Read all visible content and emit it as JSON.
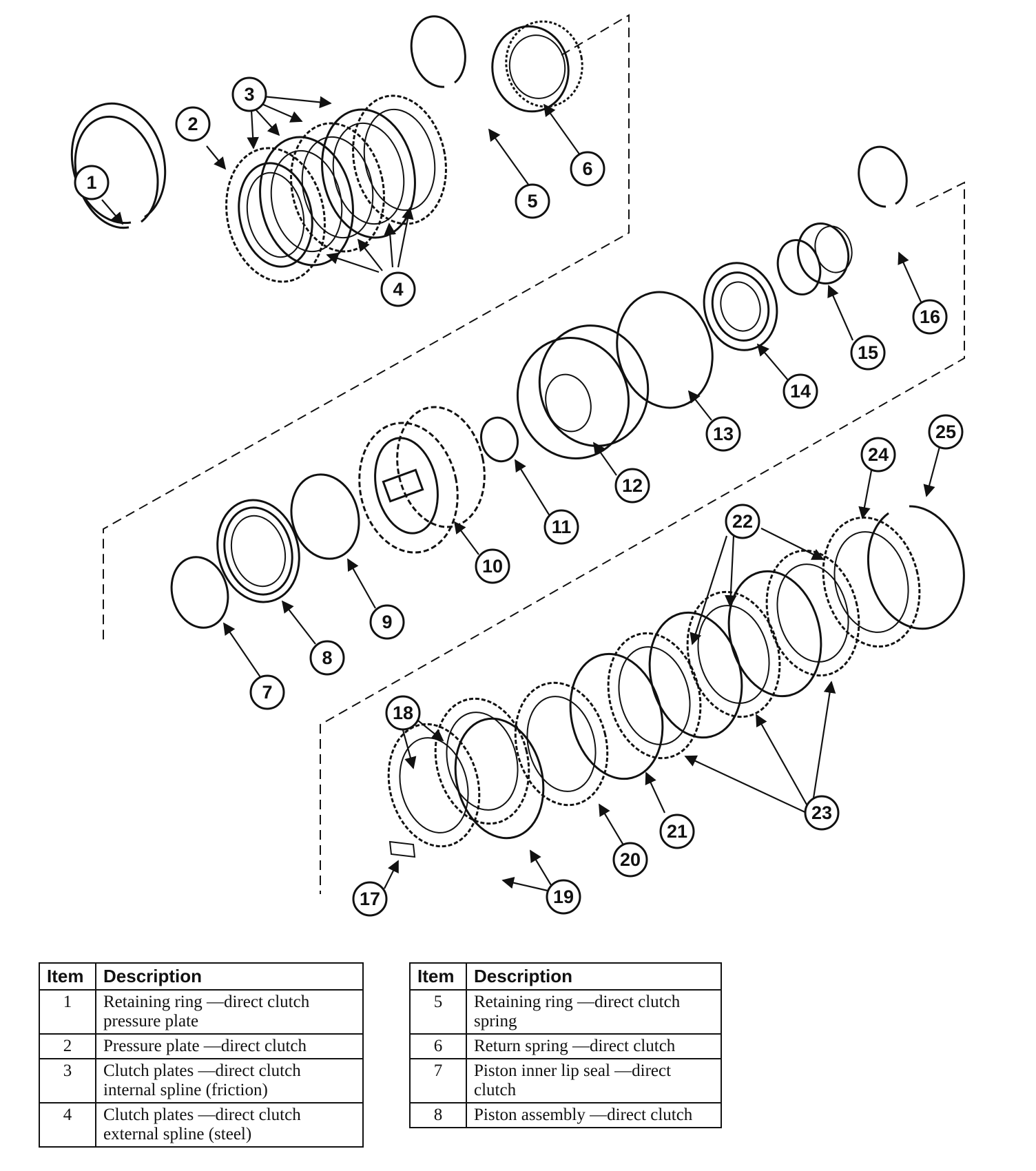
{
  "callouts": [
    "1",
    "2",
    "3",
    "4",
    "5",
    "6",
    "7",
    "8",
    "9",
    "10",
    "11",
    "12",
    "13",
    "14",
    "15",
    "16",
    "17",
    "18",
    "19",
    "20",
    "21",
    "22",
    "23",
    "24",
    "25"
  ],
  "tables": [
    {
      "header": {
        "item": "Item",
        "description": "Description"
      },
      "rows": [
        {
          "item": "1",
          "description": "Retaining ring —direct clutch pressure plate"
        },
        {
          "item": "2",
          "description": "Pressure plate —direct clutch"
        },
        {
          "item": "3",
          "description": "Clutch plates —direct clutch internal spline (friction)"
        },
        {
          "item": "4",
          "description": "Clutch plates —direct clutch external spline (steel)"
        }
      ]
    },
    {
      "header": {
        "item": "Item",
        "description": "Description"
      },
      "rows": [
        {
          "item": "5",
          "description": "Retaining ring —direct clutch spring"
        },
        {
          "item": "6",
          "description": "Return spring —direct clutch"
        },
        {
          "item": "7",
          "description": "Piston inner lip seal —direct clutch"
        },
        {
          "item": "8",
          "description": "Piston assembly —direct clutch"
        }
      ]
    }
  ]
}
